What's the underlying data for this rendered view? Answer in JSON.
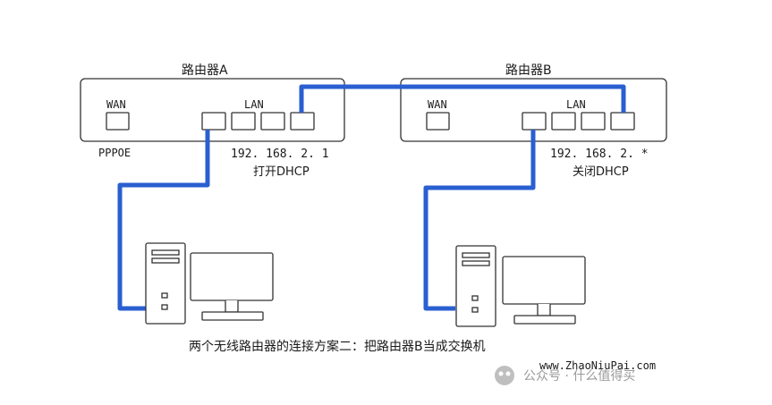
{
  "router_a": {
    "title": "路由器A",
    "wan_label": "WAN",
    "lan_label": "LAN",
    "pppoe_label": "PPPOE",
    "ip_label": "192. 168. 2. 1",
    "dhcp_label": "打开DHCP"
  },
  "router_b": {
    "title": "路由器B",
    "wan_label": "WAN",
    "lan_label": "LAN",
    "ip_label": "192. 168. 2. *",
    "dhcp_label": "关闭DHCP"
  },
  "caption": "两个无线路由器的连接方案二：把路由器B当成交换机",
  "site_watermark": "www.ZhaoNiuPai.com",
  "channel_watermark": "公众号 · 什么值得买"
}
